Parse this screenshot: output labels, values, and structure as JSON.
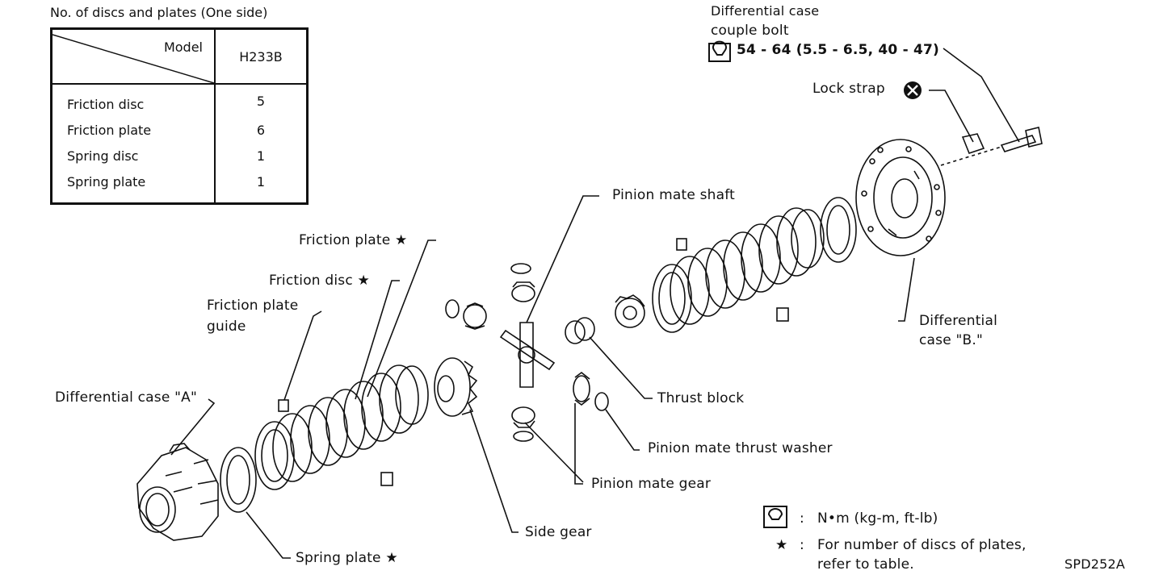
{
  "table": {
    "title": "No. of discs and plates (One side)",
    "header_model": "Model",
    "header_value": "H233B",
    "rows": [
      {
        "name": "Friction disc",
        "value": "5"
      },
      {
        "name": "Friction plate",
        "value": "6"
      },
      {
        "name": "Spring disc",
        "value": "1"
      },
      {
        "name": "Spring plate",
        "value": "1"
      }
    ]
  },
  "labels": {
    "couple_bolt_line1": "Differential case",
    "couple_bolt_line2": "couple bolt",
    "torque": "54 - 64 (5.5 - 6.5, 40 - 47)",
    "lock_strap": "Lock strap",
    "pinion_mate_shaft": "Pinion mate shaft",
    "friction_plate": "Friction plate",
    "friction_disc": "Friction disc",
    "friction_plate_guide_1": "Friction plate",
    "friction_plate_guide_2": "guide",
    "diff_case_a": "Differential case \"A\"",
    "diff_case_b_1": "Differential",
    "diff_case_b_2": "case \"B.\"",
    "thrust_block": "Thrust block",
    "pinion_mate_thrust_washer": "Pinion mate thrust washer",
    "pinion_mate_gear": "Pinion mate gear",
    "side_gear": "Side gear",
    "spring_plate": "Spring plate",
    "star": "★"
  },
  "legend": {
    "torque_sym_colon": ":",
    "torque_units": "N•m (kg-m, ft-lb)",
    "star_sym": "★",
    "star_colon": ":",
    "star_note_1": "For number of discs of plates,",
    "star_note_2": "refer to table."
  },
  "figure_code": "SPD252A"
}
